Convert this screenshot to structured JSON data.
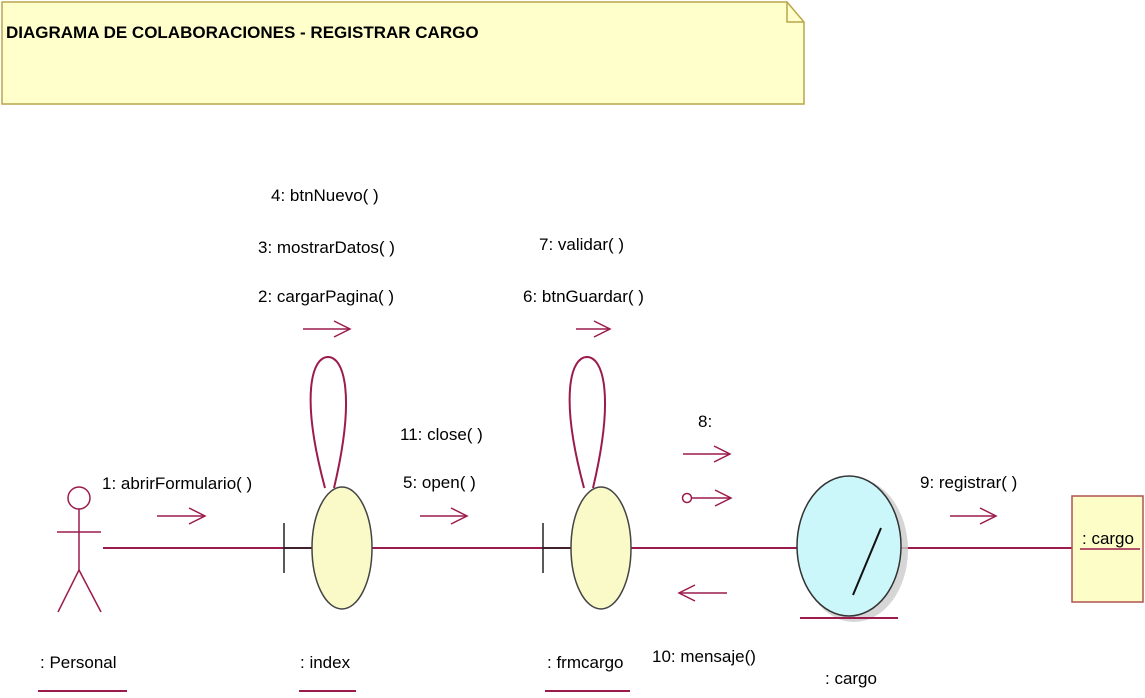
{
  "note": {
    "title": "DIAGRAMA DE COLABORACIONES - REGISTRAR CARGO"
  },
  "objects": {
    "personal": ": Personal",
    "index": ": index",
    "frmcargo": ": frmcargo",
    "cargo_control": ": cargo",
    "cargo_entity": ": cargo"
  },
  "messages": {
    "m1": "1: abrirFormulario( )",
    "m2": "2: cargarPagina( )",
    "m3": "3: mostrarDatos( )",
    "m4": "4: btnNuevo( )",
    "m5": "5: open( )",
    "m6": "6: btnGuardar( )",
    "m7": "7: validar( )",
    "m8": "8:",
    "m9": "9: registrar( )",
    "m10": "10: mensaje()",
    "m11": "11: close( )"
  },
  "colors": {
    "link": "#9b1b4d",
    "note_fill": "#ffffcc",
    "note_border": "#b8a64a",
    "boundary_fill": "#fafac8",
    "control_fill": "#ccf7fa",
    "entity_fill": "#fdfdc8"
  }
}
